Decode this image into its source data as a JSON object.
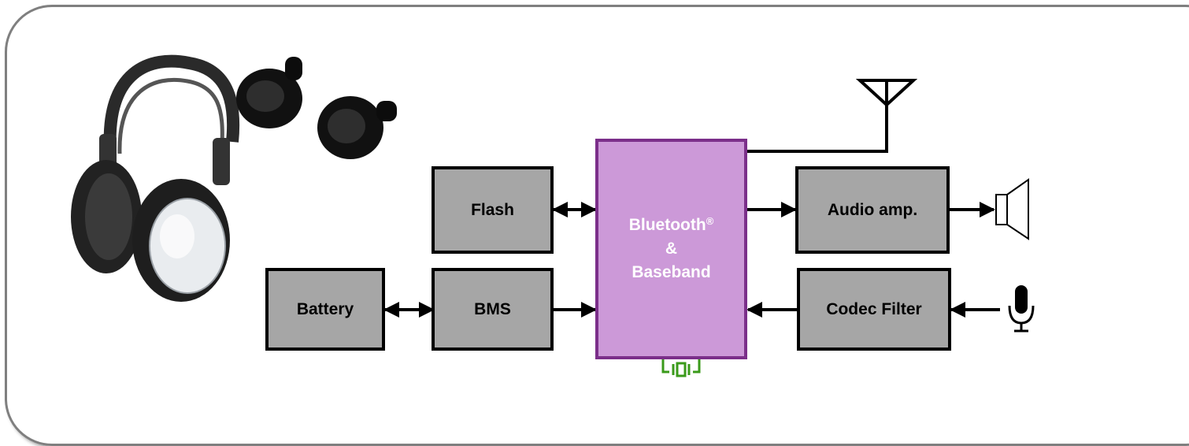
{
  "diagram": {
    "chip": {
      "line1": "Bluetooth",
      "registered": "®",
      "line2": "&",
      "line3": "Baseband"
    },
    "blocks": {
      "flash": "Flash",
      "bms": "BMS",
      "battery": "Battery",
      "audio_amp": "Audio amp.",
      "codec_filter": "Codec Filter"
    },
    "icons": {
      "headphones": "over-ear-headphones-photo",
      "earbuds": "wireless-earbuds-photo",
      "antenna": "antenna-icon",
      "speaker": "speaker-icon",
      "microphone": "microphone-icon",
      "crystal": "crystal-oscillator-icon"
    },
    "colors": {
      "block_fill": "#a6a6a6",
      "chip_fill": "#cc99d8",
      "chip_border": "#7b2f8a",
      "crystal": "#3a9a1a",
      "frame": "#7f7f7f"
    }
  }
}
